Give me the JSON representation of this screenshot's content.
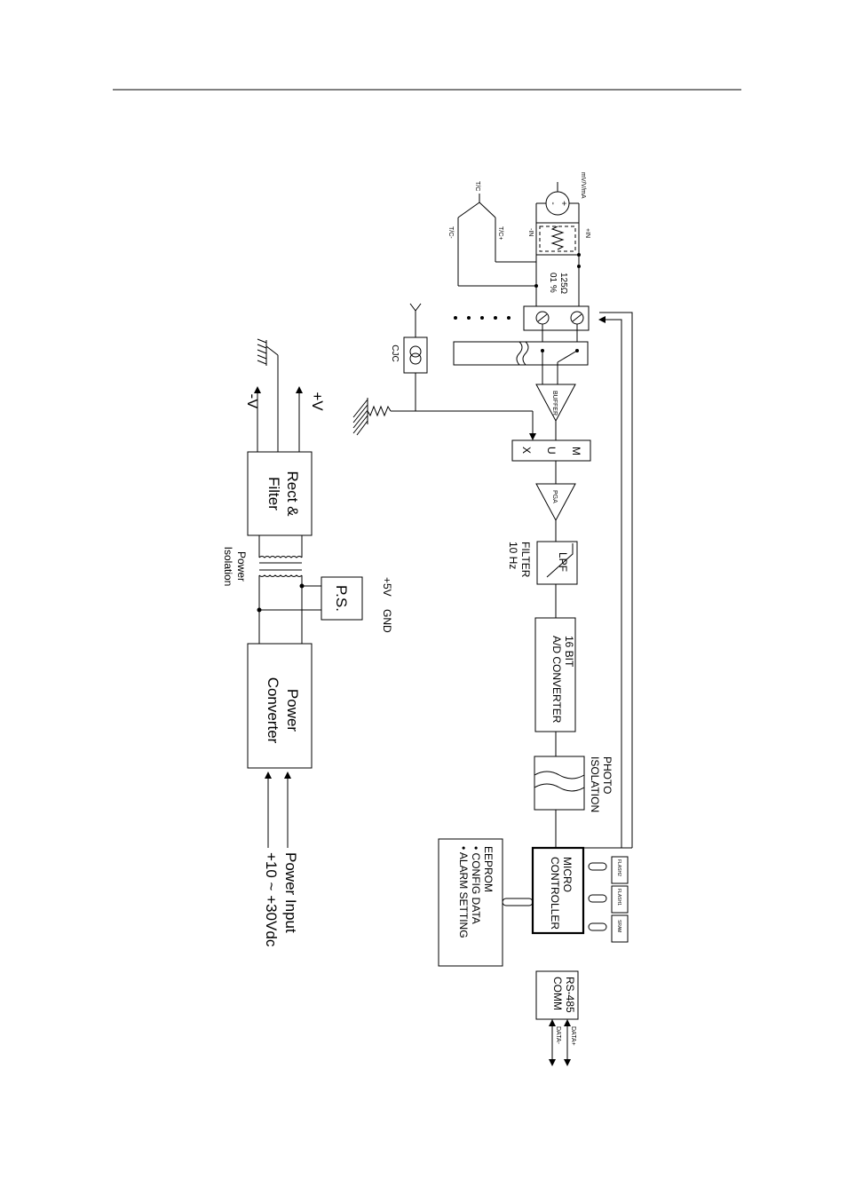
{
  "power_side": {
    "rect_filter": [
      "Rect &",
      "Filter"
    ],
    "plus_v": "+V",
    "minus_v": "-V",
    "power_isolation": [
      "Power",
      "Isolation"
    ],
    "ps_label": "P.S.",
    "plus_5v": "+5V",
    "gnd": "GND",
    "power_converter": [
      "Power",
      "Converter"
    ],
    "power_input": [
      "Power Input",
      "+10 ~ +30Vdc"
    ]
  },
  "signal_chain": {
    "tc_top": "T/C",
    "tc_plus": "T/C+",
    "tc_minus": "T/C-",
    "mv_v_ma": "mV/V/mA",
    "plus_in": "+IN",
    "minus_in": "-IN",
    "resistor": [
      "125Ω",
      "01 %"
    ],
    "cjc": "CJC",
    "buffer": "BUFFER",
    "mux": [
      "M",
      "U",
      "X"
    ],
    "pga": "PGA",
    "lpf": "LPF",
    "filter": [
      "FILTER",
      "10 Hz"
    ],
    "adc": [
      "16 BIT",
      "A/D CONVERTER"
    ],
    "photo_isolation": [
      "PHOTO",
      "ISOLATION"
    ],
    "micro": [
      "MICRO",
      "CONTROLLER"
    ],
    "eeprom": [
      "EEPROM",
      "• CONFIG DATA",
      "• ALARM SETTING"
    ],
    "chips": [
      "FLASH2",
      "FLASH1",
      "SRAM"
    ],
    "rs485": [
      "RS-485",
      "COMM"
    ],
    "data_plus": "DATA+",
    "data_minus": "DATA-"
  }
}
